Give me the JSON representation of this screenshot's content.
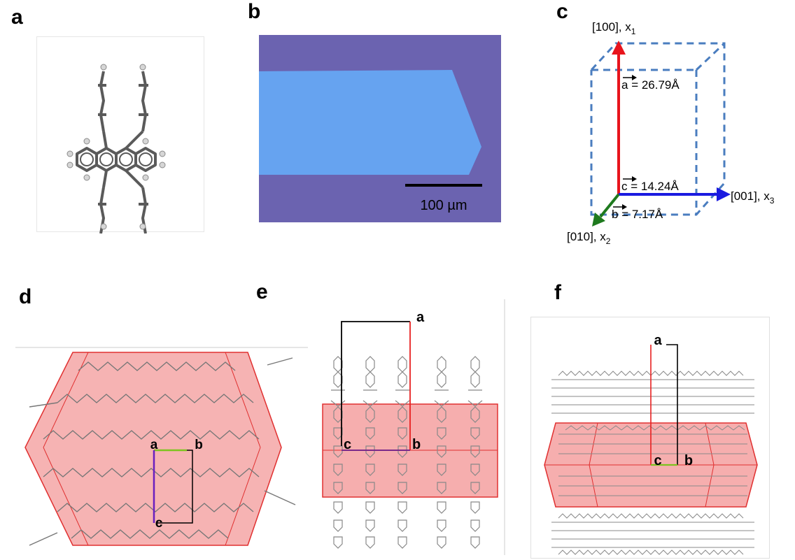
{
  "figure": {
    "panels": [
      {
        "id": "a",
        "letter": "a"
      },
      {
        "id": "b",
        "letter": "b"
      },
      {
        "id": "c",
        "letter": "c"
      },
      {
        "id": "d",
        "letter": "d"
      },
      {
        "id": "e",
        "letter": "e"
      },
      {
        "id": "f",
        "letter": "f"
      }
    ],
    "micrograph": {
      "scale_bar_label": "100 µm",
      "colors": {
        "background": "#6b63b0",
        "crystal": "#66a3f0"
      }
    },
    "unit_cell": {
      "axis_x1": {
        "label": "[100], x",
        "sub": "1",
        "color": "#e8141c"
      },
      "axis_x2": {
        "label": "[010], x",
        "sub": "2",
        "color": "#1e7a1e"
      },
      "axis_x3": {
        "label": "[001], x",
        "sub": "3",
        "color": "#1a1ae0"
      },
      "param_a": {
        "symbol": "a",
        "text": " = 26.79Å"
      },
      "param_b": {
        "symbol": "b",
        "text": " = 7.17Å"
      },
      "param_c": {
        "symbol": "c",
        "text": " = 14.24Å"
      },
      "box_color": "#4a7dbf"
    },
    "packing_views": {
      "d": {
        "labels": [
          "a",
          "b",
          "c"
        ]
      },
      "e": {
        "labels": [
          "a",
          "c",
          "b"
        ]
      },
      "f": {
        "labels": [
          "a",
          "c",
          "b"
        ]
      },
      "facet_color": "#f08a8a"
    }
  }
}
